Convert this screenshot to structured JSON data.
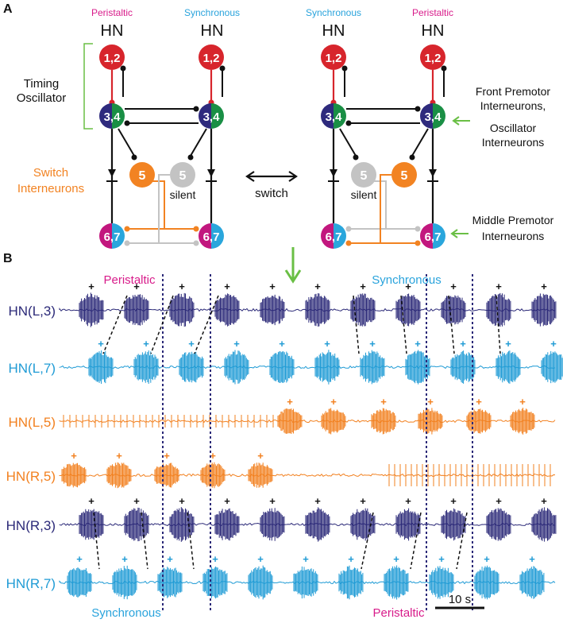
{
  "colors": {
    "peristaltic": "#d81b8a",
    "synchronous": "#29a3dc",
    "hn12": "#d7252c",
    "navy": "#2e2a7d",
    "green": "#1a8f45",
    "magenta": "#c2177e",
    "cyan": "#2aa6dc",
    "orange": "#f28322",
    "gray": "#c3c3c3",
    "lightgreen": "#6abf45",
    "trace_navy": "#2b2978",
    "trace_cyan": "#1f9bd5",
    "trace_orange": "#f2801f",
    "black": "#111111"
  },
  "panelA": {
    "label": "A",
    "hn_label": "HN",
    "columns": [
      {
        "mode": "Peristaltic"
      },
      {
        "mode": "Synchronous"
      },
      {
        "mode": "Synchronous"
      },
      {
        "mode": "Peristaltic"
      }
    ],
    "node_12": "1,2",
    "node_34": "3,4",
    "node_67": "6,7",
    "node_5": "5",
    "silent": "silent",
    "switch": "switch",
    "timing_oscillator": [
      "Timing",
      "Oscillator"
    ],
    "switch_interneurons": [
      "Switch",
      "Interneurons"
    ],
    "front_premotor": [
      "Front Premotor",
      "Interneurons,",
      "Oscillator",
      "Interneurons"
    ],
    "middle_premotor": [
      "Middle Premotor",
      "Interneurons"
    ]
  },
  "panelB": {
    "label": "B",
    "top_peristaltic": "Peristaltic",
    "top_synchronous": "Synchronous",
    "bottom_synchronous": "Synchronous",
    "bottom_peristaltic": "Peristaltic",
    "scale_bar": "10 s",
    "traces": [
      {
        "name": "HN(L,3)",
        "color": "navy",
        "mark": "+"
      },
      {
        "name": "HN(L,7)",
        "color": "cyan",
        "mark": "+"
      },
      {
        "name": "HN(L,5)",
        "color": "orange",
        "mark": "+"
      },
      {
        "name": "HN(R,5)",
        "color": "orange",
        "mark": "+"
      },
      {
        "name": "HN(R,3)",
        "color": "navy",
        "mark": "+"
      },
      {
        "name": "HN(R,7)",
        "color": "cyan",
        "mark": "+"
      }
    ]
  }
}
